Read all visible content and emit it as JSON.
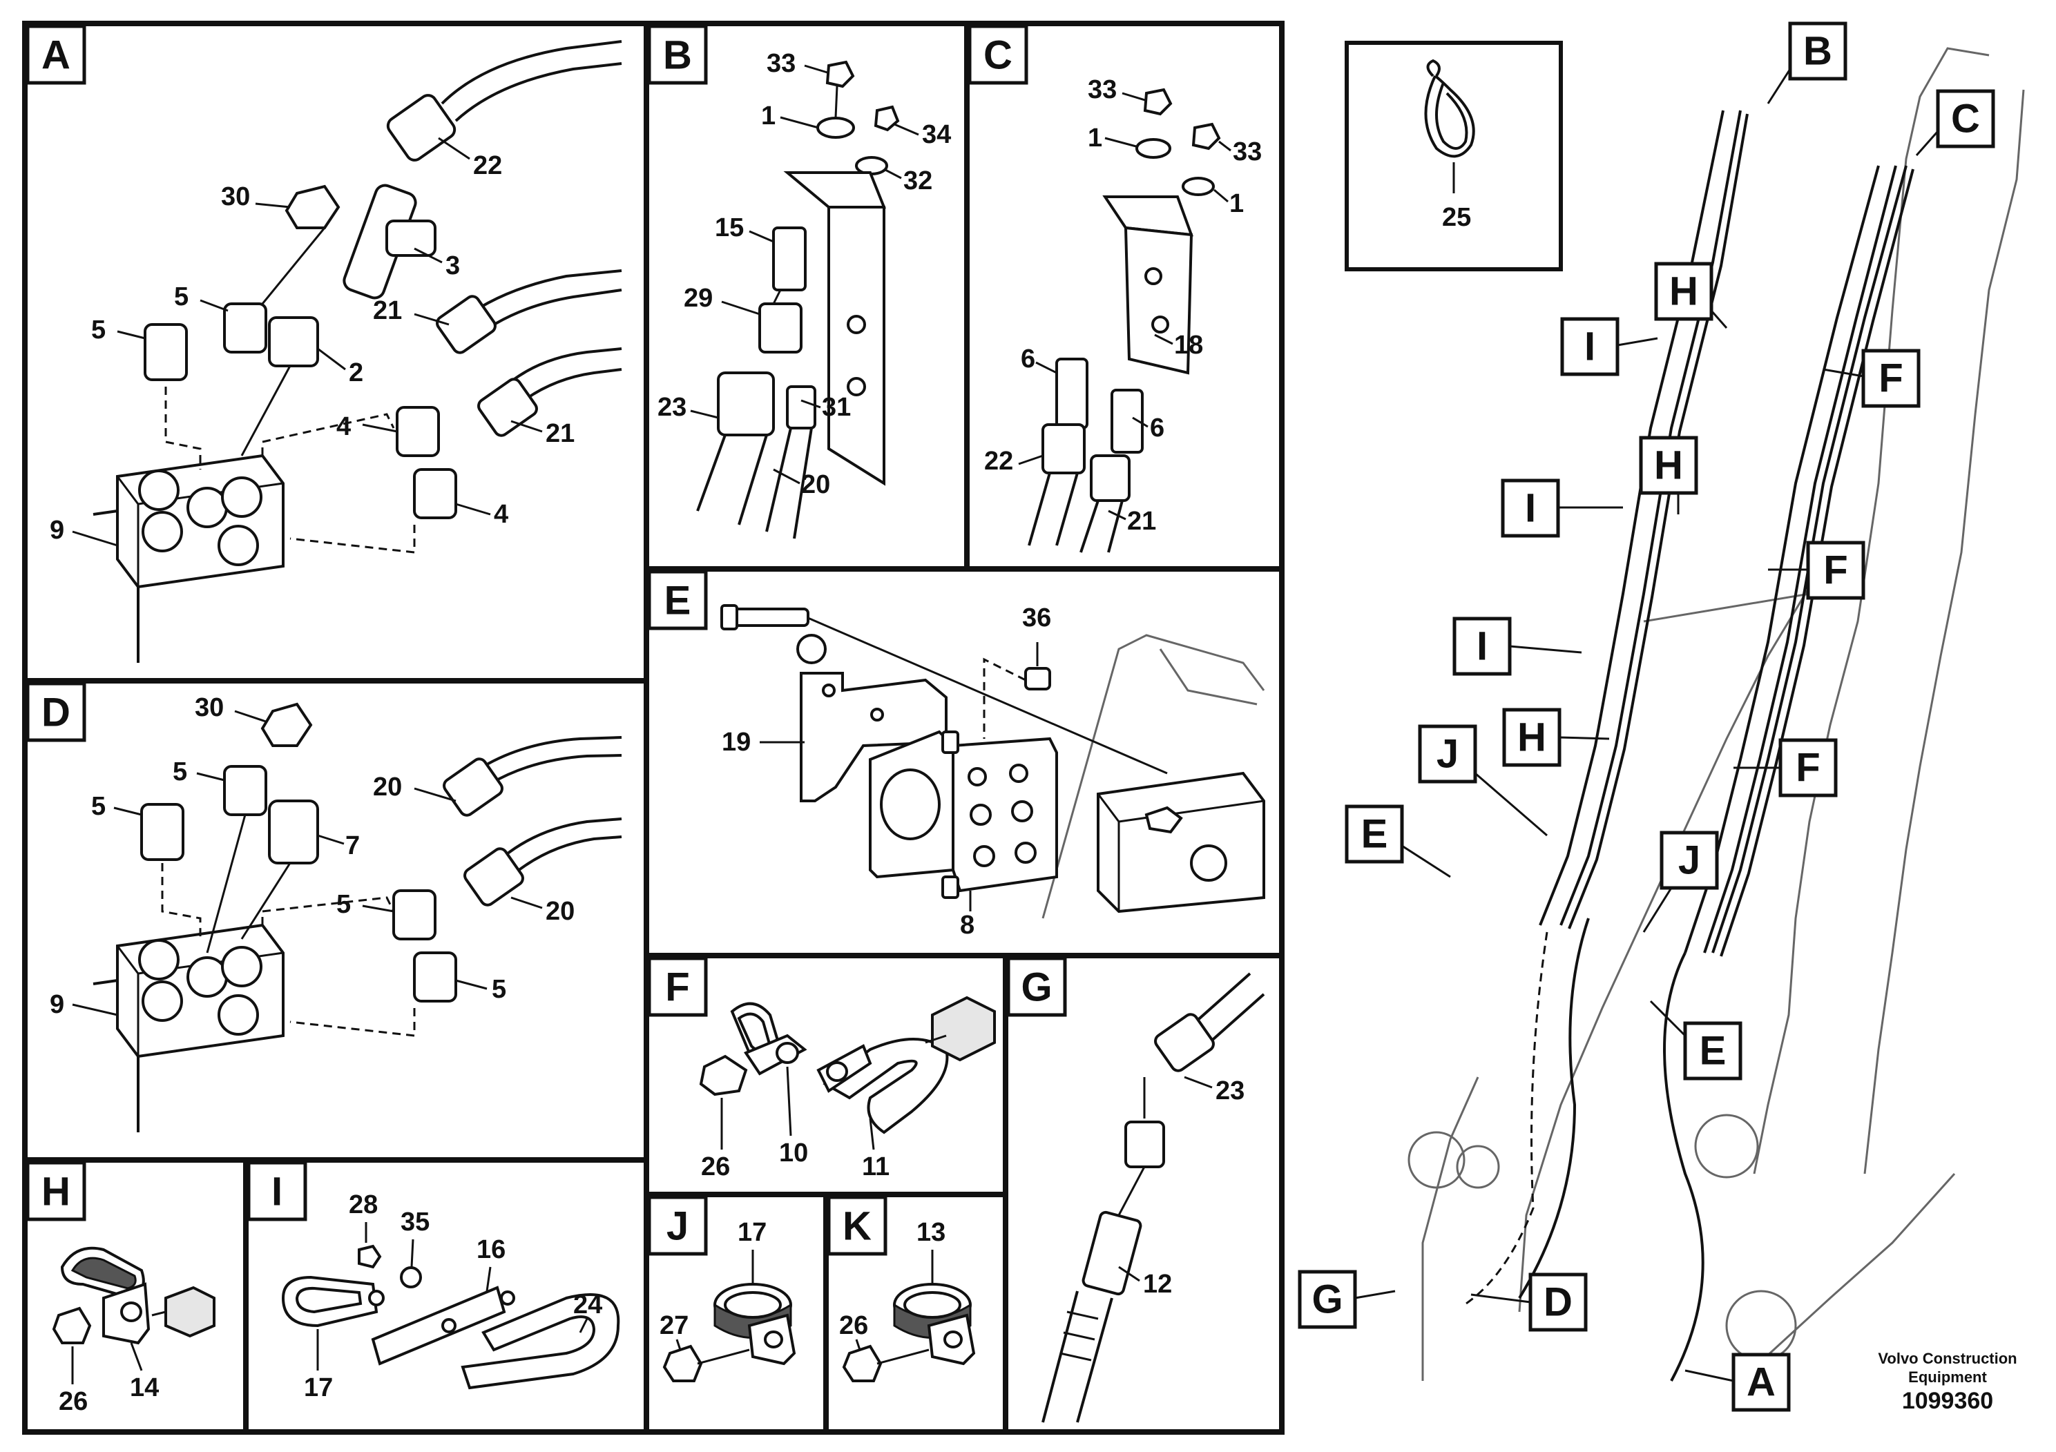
{
  "panels": {
    "A": {
      "tag": "A",
      "parts": [
        "22",
        "30",
        "3",
        "5",
        "5",
        "2",
        "21",
        "4",
        "21",
        "4",
        "9"
      ]
    },
    "B": {
      "tag": "B",
      "parts": [
        "33",
        "1",
        "34",
        "32",
        "15",
        "29",
        "31",
        "23",
        "20"
      ]
    },
    "C": {
      "tag": "C",
      "parts": [
        "33",
        "1",
        "33",
        "1",
        "18",
        "6",
        "6",
        "22",
        "21"
      ]
    },
    "D": {
      "tag": "D",
      "parts": [
        "30",
        "5",
        "5",
        "7",
        "20",
        "5",
        "20",
        "5",
        "9"
      ]
    },
    "E": {
      "tag": "E",
      "parts": [
        "36",
        "19",
        "8"
      ]
    },
    "F": {
      "tag": "F",
      "parts": [
        "26",
        "10",
        "11"
      ]
    },
    "G": {
      "tag": "G",
      "parts": [
        "23",
        "12"
      ]
    },
    "H": {
      "tag": "H",
      "parts": [
        "26",
        "14"
      ]
    },
    "I": {
      "tag": "I",
      "parts": [
        "28",
        "35",
        "16",
        "24",
        "17"
      ]
    },
    "J": {
      "tag": "J",
      "parts": [
        "17",
        "27"
      ]
    },
    "K": {
      "tag": "K",
      "parts": [
        "13",
        "26"
      ]
    },
    "tie": {
      "part": "25"
    }
  },
  "overview": {
    "callouts": [
      "B",
      "C",
      "H",
      "I",
      "F",
      "H",
      "I",
      "F",
      "I",
      "H",
      "F",
      "J",
      "E",
      "J",
      "E",
      "G",
      "D",
      "A"
    ]
  },
  "footer": {
    "brand_line1": "Volvo Construction",
    "brand_line2": "Equipment",
    "drawing_number": "1099360"
  }
}
